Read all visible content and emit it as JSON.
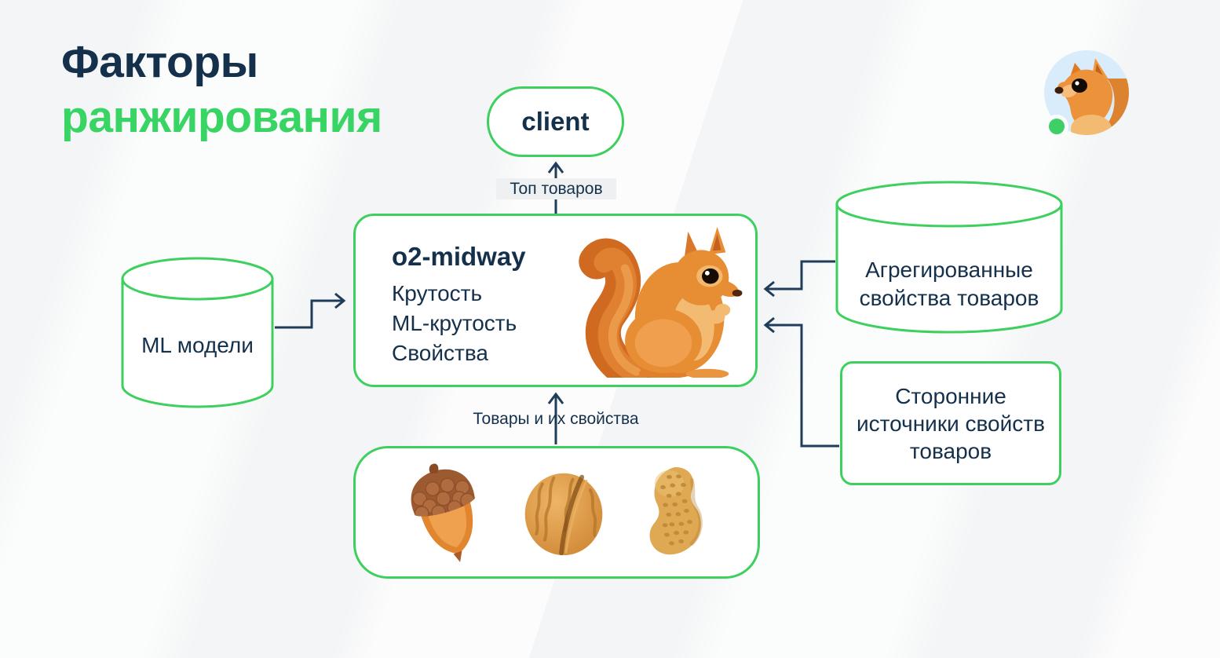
{
  "title": {
    "line1": "Факторы",
    "line2": "ранжирования"
  },
  "colors": {
    "green": "#3ed05f",
    "title_green": "#38d564",
    "navy": "#14304b",
    "arrow": "#1f3d5a",
    "label_bg": "#eef0f2",
    "avatar_bg": "#d9ecfb",
    "status_green": "#3ecf66"
  },
  "diagram": {
    "client_label": "client",
    "top_edge_label": "Топ товаров",
    "bottom_edge_label": "Товары и их свойства",
    "midway": {
      "title": "o2-midway",
      "items": [
        "Крутость",
        "ML-крутость",
        "Свойства"
      ]
    },
    "ml_db_label": "ML модели",
    "aggregated_db_label": "Агрегированные свойства товаров",
    "third_party_label": "Сторонние источники свойств товаров",
    "products_icons": [
      "acorn",
      "walnut",
      "peanut"
    ],
    "mascot_icon": "squirrel"
  },
  "avatar": {
    "status": "online"
  }
}
